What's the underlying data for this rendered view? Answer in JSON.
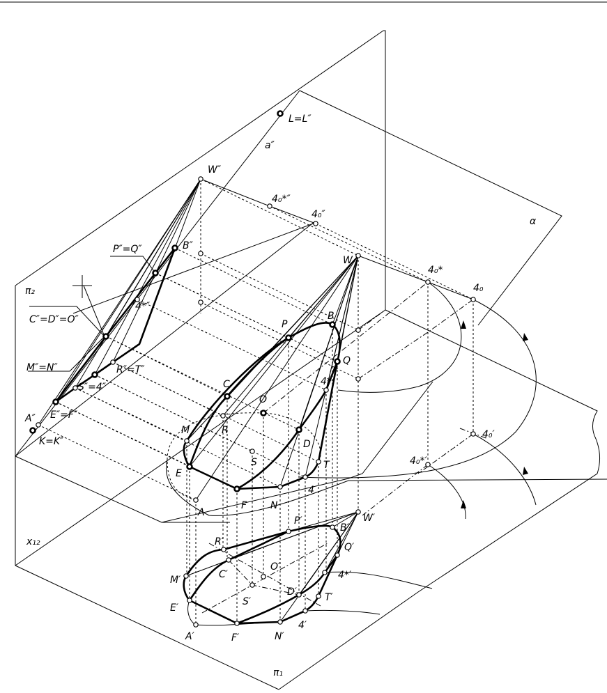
{
  "figure": {
    "planes": {
      "frontal": "π₂",
      "horizontal": "π₁",
      "axis": "x₁₂",
      "section_plane": "α"
    },
    "frontal_labels": [
      "L=L″",
      "a″",
      "W″",
      "4₀*″",
      "4₀″",
      "B″",
      "P″=Q″",
      "4*″",
      "C″=D″=O″",
      "M″=N″",
      "R″=T″",
      "S″=4″",
      "A″",
      "E″=F″",
      "K=K″"
    ],
    "space_labels": [
      "W",
      "B",
      "P",
      "Q",
      "4*",
      "C",
      "O",
      "R",
      "S",
      "D",
      "M",
      "E",
      "F",
      "N",
      "4",
      "T",
      "A",
      "4₀*",
      "4₀"
    ],
    "horizontal_labels": [
      "W′",
      "B′",
      "P′",
      "Q′",
      "4*′",
      "R′",
      "C′",
      "O′",
      "M′",
      "S′",
      "D′",
      "T′",
      "E′",
      "A′",
      "F′",
      "N′",
      "4′",
      "4₀′",
      "4₀*′"
    ]
  }
}
